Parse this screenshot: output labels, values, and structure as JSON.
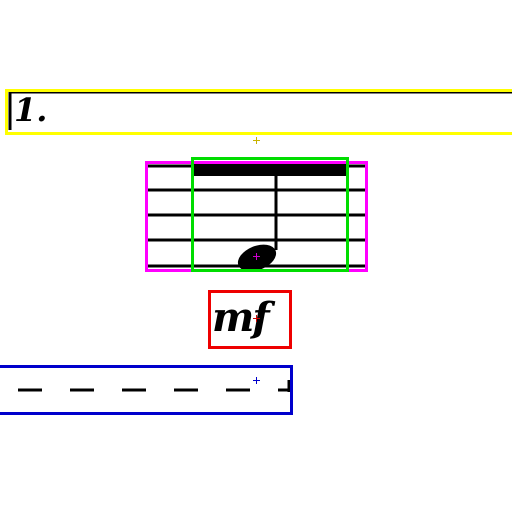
{
  "volta": {
    "label": "1.",
    "box_color": "#ffff00"
  },
  "staff": {
    "box_color": "#ff00ff"
  },
  "note": {
    "symbol": "eighth-note-beamed",
    "box_color": "#00dd00"
  },
  "dynamic": {
    "label": "mf",
    "box_color": "#ee0000"
  },
  "hairpin": {
    "symbol": "dashed-line",
    "box_color": "#0000cc"
  },
  "anchors": {
    "volta_color": "#c8b400",
    "staff_color": "#cc00cc",
    "dynamic_color": "#cc0000",
    "hairpin_color": "#0000cc"
  }
}
